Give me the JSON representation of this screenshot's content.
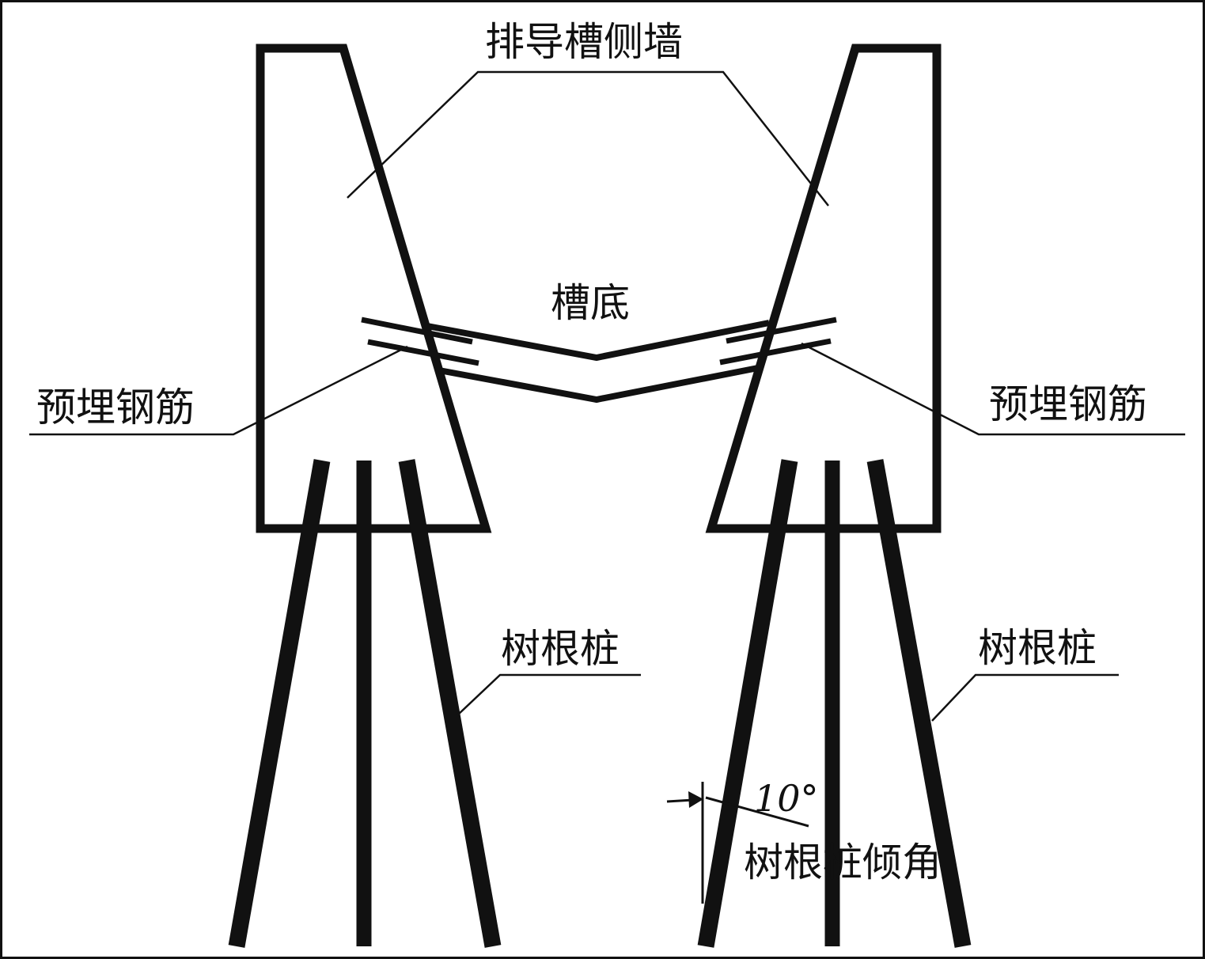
{
  "labels": {
    "side_wall": "排导槽侧墙",
    "trough_bottom": "槽底",
    "embedded_rebar_left": "预埋钢筋",
    "embedded_rebar_right": "预埋钢筋",
    "root_pile_left": "树根桩",
    "root_pile_right": "树根桩",
    "pile_angle_value": "10°",
    "pile_angle_label": "树根桩倾角"
  },
  "colors": {
    "line": "#111111",
    "background": "#ffffff"
  }
}
